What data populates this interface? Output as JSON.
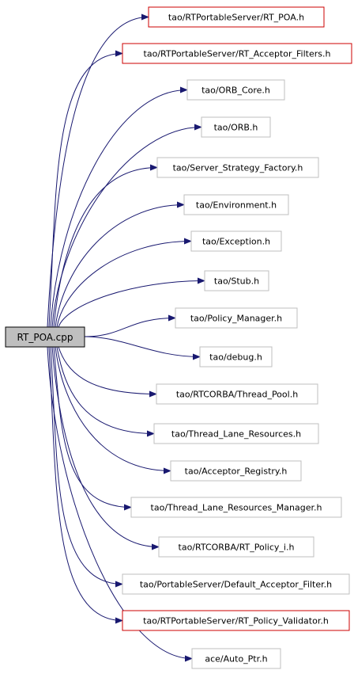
{
  "root": {
    "label": "RT_POA.cpp",
    "fill": "#bfbfbf",
    "stroke": "#000000"
  },
  "includes": [
    {
      "label": "tao/RTPortableServer/RT_POA.h",
      "documented": true
    },
    {
      "label": "tao/RTPortableServer/RT_Acceptor_Filters.h",
      "documented": true
    },
    {
      "label": "tao/ORB_Core.h",
      "documented": false
    },
    {
      "label": "tao/ORB.h",
      "documented": false
    },
    {
      "label": "tao/Server_Strategy_Factory.h",
      "documented": false
    },
    {
      "label": "tao/Environment.h",
      "documented": false
    },
    {
      "label": "tao/Exception.h",
      "documented": false
    },
    {
      "label": "tao/Stub.h",
      "documented": false
    },
    {
      "label": "tao/Policy_Manager.h",
      "documented": false
    },
    {
      "label": "tao/debug.h",
      "documented": false
    },
    {
      "label": "tao/RTCORBA/Thread_Pool.h",
      "documented": false
    },
    {
      "label": "tao/Thread_Lane_Resources.h",
      "documented": false
    },
    {
      "label": "tao/Acceptor_Registry.h",
      "documented": false
    },
    {
      "label": "tao/Thread_Lane_Resources_Manager.h",
      "documented": false
    },
    {
      "label": "tao/RTCORBA/RT_Policy_i.h",
      "documented": false
    },
    {
      "label": "tao/PortableServer/Default_Acceptor_Filter.h",
      "documented": false
    },
    {
      "label": "tao/RTPortableServer/RT_Policy_Validator.h",
      "documented": true
    },
    {
      "label": "ace/Auto_Ptr.h",
      "documented": false
    }
  ],
  "colors": {
    "edge": "#191970",
    "documented_border": "#cc0000",
    "undocumented_border": "#bfbfbf",
    "node_fill": "#ffffff"
  }
}
